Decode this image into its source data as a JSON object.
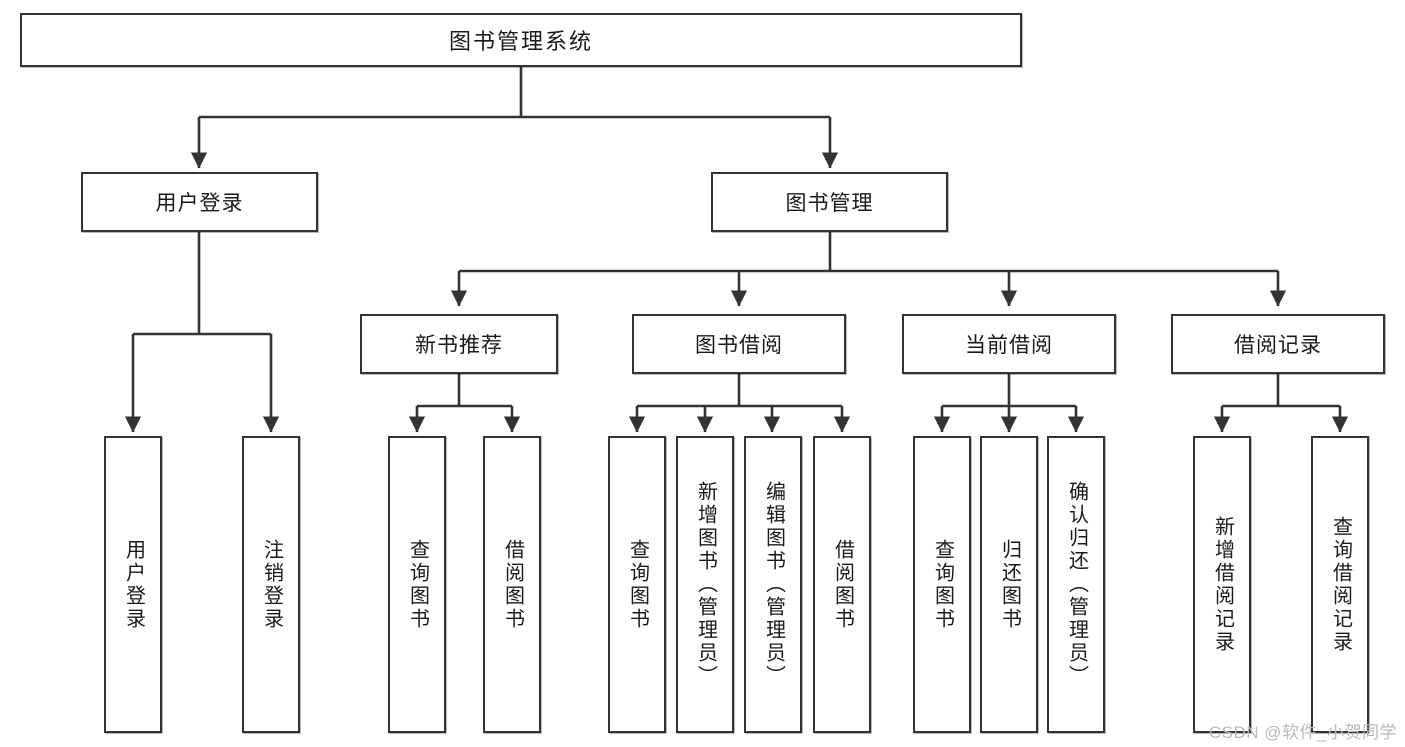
{
  "diagram": {
    "title": "图书管理系统",
    "watermark": "CSDN @软件_小贺同学",
    "line_color": "#333333",
    "box_fill": "#ffffff",
    "text_color": "#1a1a1a",
    "levels": {
      "root": {
        "label": "图书管理系统"
      },
      "level2": [
        {
          "label": "用户登录"
        },
        {
          "label": "图书管理"
        }
      ],
      "level3": [
        {
          "label": "新书推荐"
        },
        {
          "label": "图书借阅"
        },
        {
          "label": "当前借阅"
        },
        {
          "label": "借阅记录"
        }
      ],
      "leaves": [
        {
          "label": "用户登录",
          "parent": "用户登录"
        },
        {
          "label": "注销登录",
          "parent": "用户登录"
        },
        {
          "label": "查询图书",
          "parent": "新书推荐"
        },
        {
          "label": "借阅图书",
          "parent": "新书推荐"
        },
        {
          "label": "查询图书",
          "parent": "图书借阅"
        },
        {
          "label": "新增图书（管理员）",
          "parent": "图书借阅"
        },
        {
          "label": "编辑图书（管理员）",
          "parent": "图书借阅"
        },
        {
          "label": "借阅图书",
          "parent": "图书借阅"
        },
        {
          "label": "查询图书",
          "parent": "当前借阅"
        },
        {
          "label": "归还图书",
          "parent": "当前借阅"
        },
        {
          "label": "确认归还（管理员）",
          "parent": "当前借阅"
        },
        {
          "label": "新增借阅记录",
          "parent": "借阅记录"
        },
        {
          "label": "查询借阅记录",
          "parent": "借阅记录"
        }
      ]
    }
  }
}
